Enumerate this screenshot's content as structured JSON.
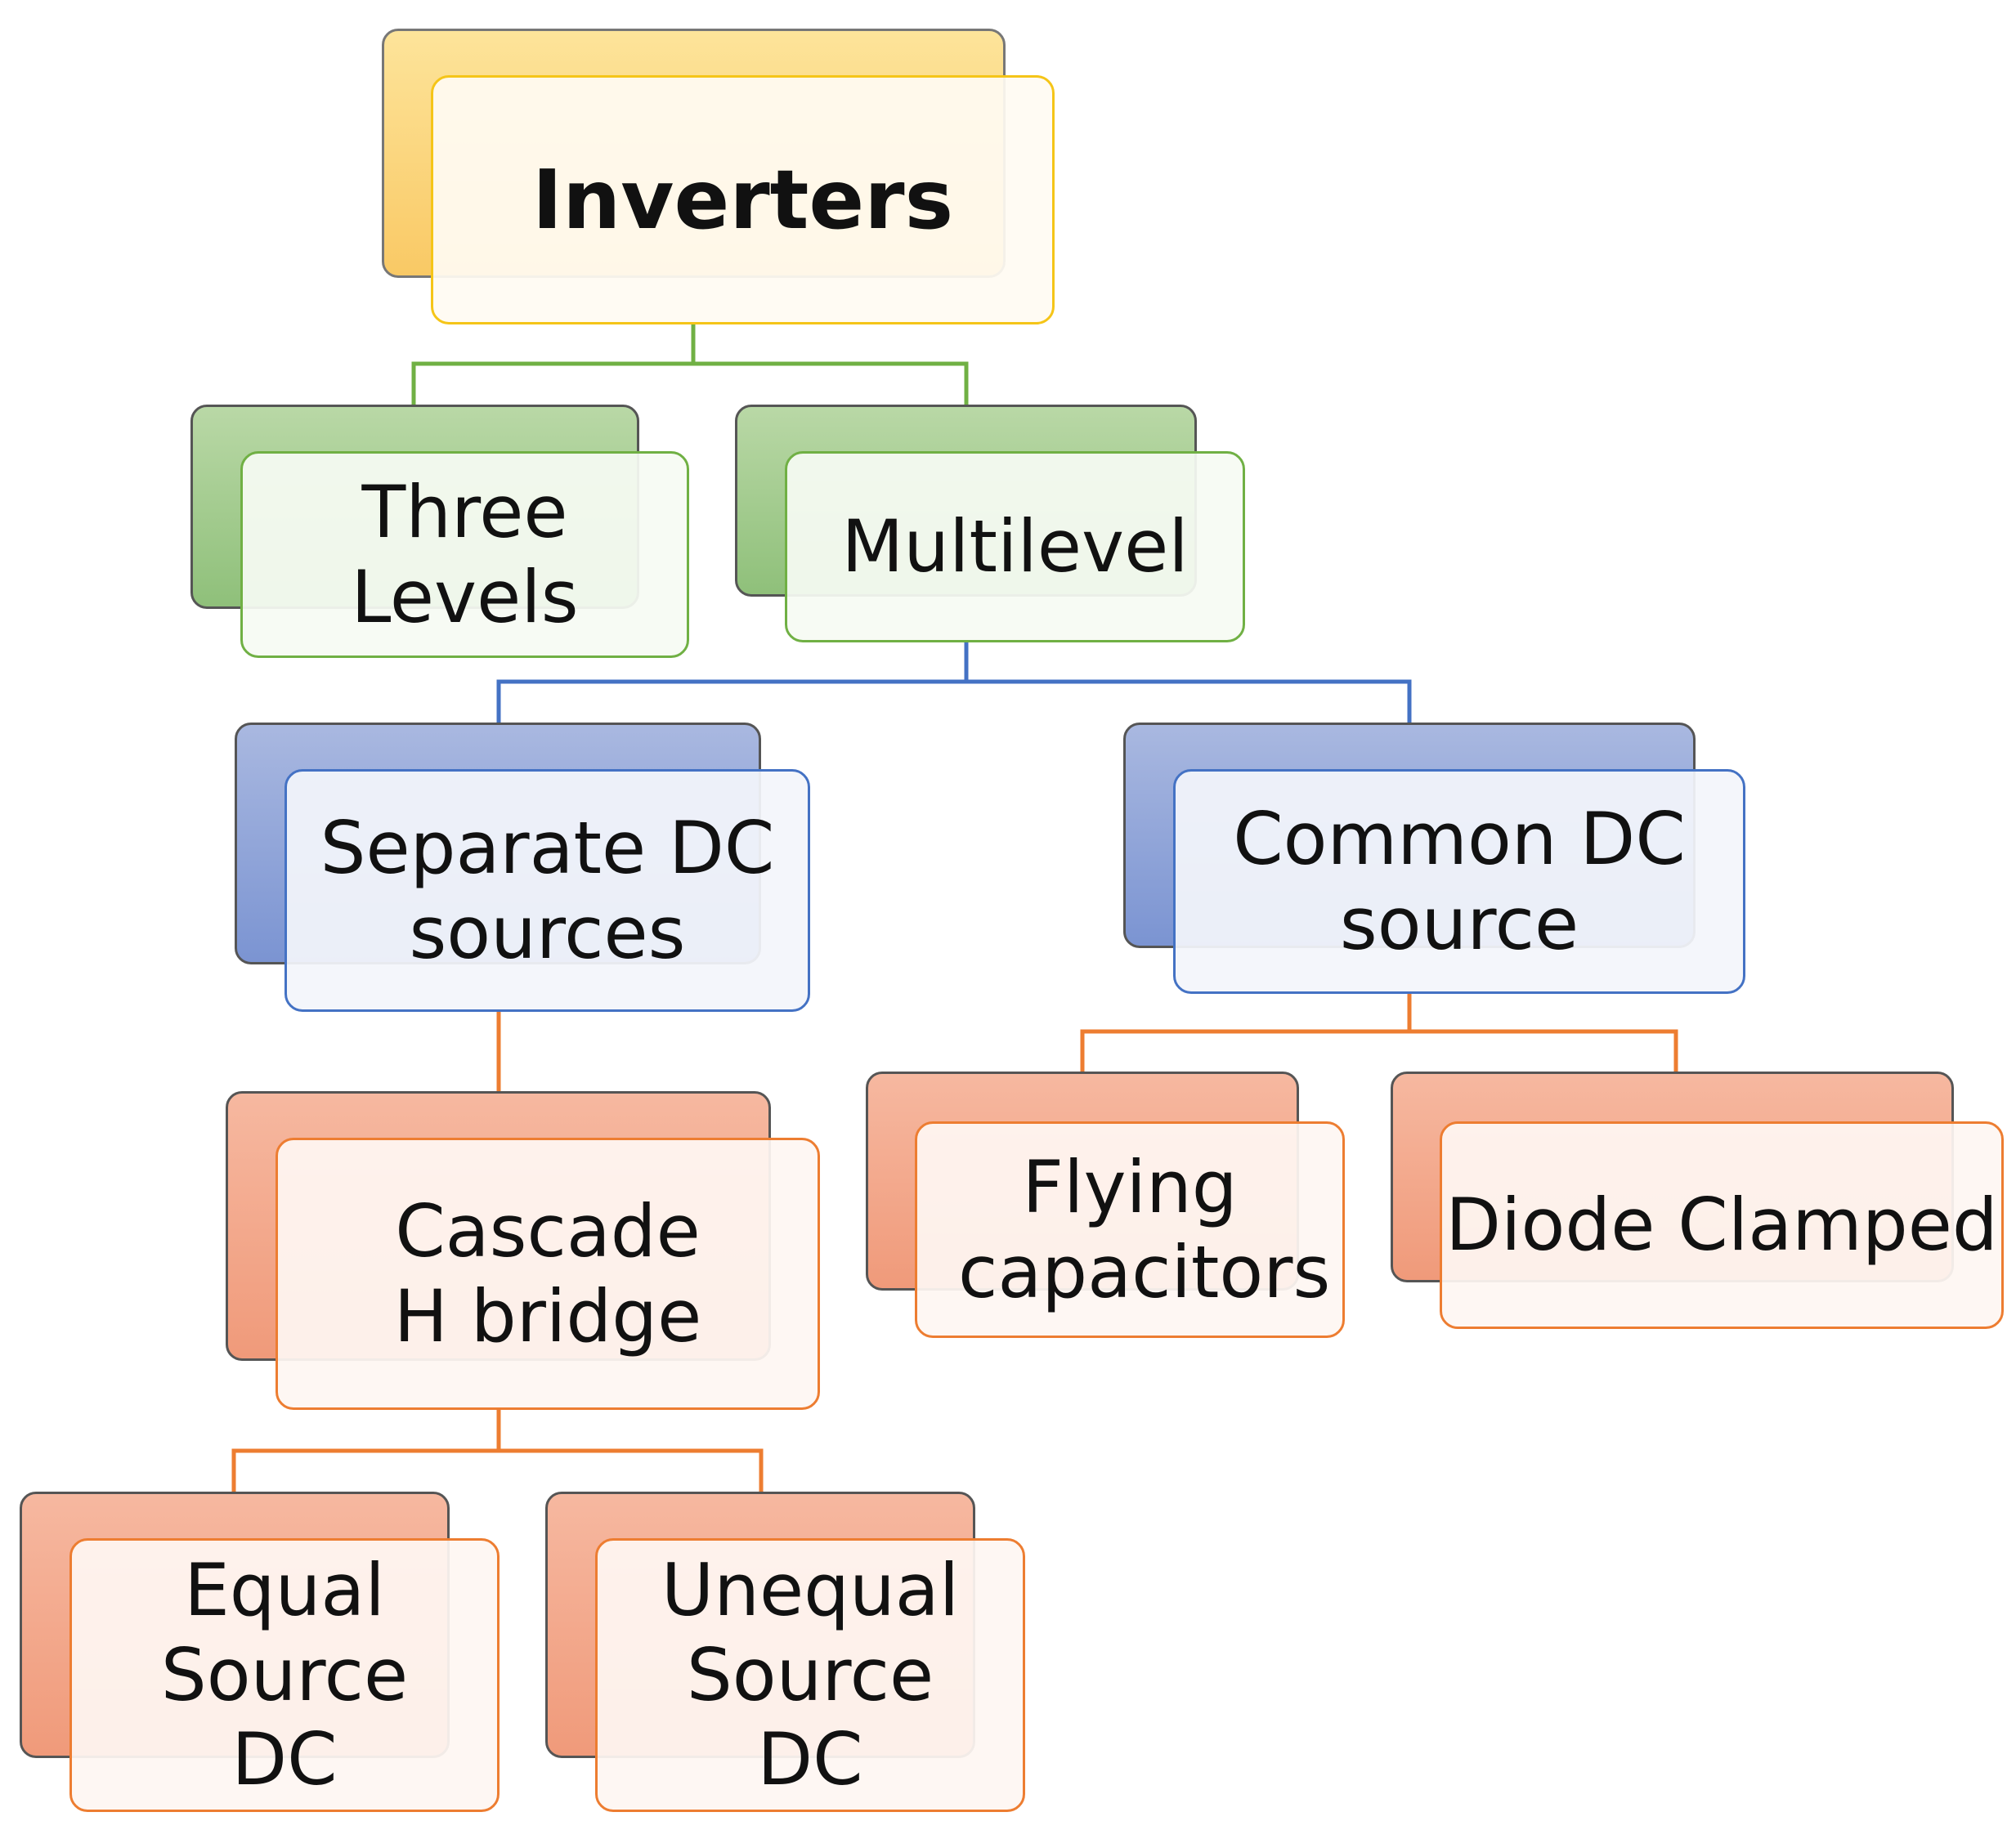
{
  "nodes": {
    "inverters": "Inverters",
    "three_levels": "Three Levels",
    "multilevel": "Multilevel",
    "separate_dc": "Separate DC sources",
    "common_dc": "Common DC source",
    "cascade_h": "Cascade H bridge",
    "flying_caps": "Flying capacitors",
    "diode_clamped": "Diode Clamped",
    "equal_source": "Equal Source DC",
    "unequal_source": "Unequal Source DC"
  },
  "colors": {
    "level1": "#f5c518",
    "level2": "#70b044",
    "level3": "#4472c4",
    "level4": "#ed7d31"
  }
}
